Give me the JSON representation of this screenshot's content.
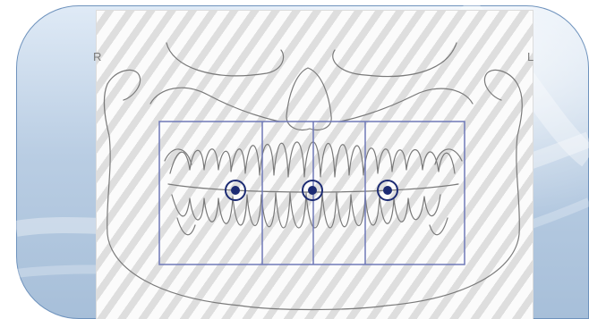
{
  "side_markers": {
    "left": "R",
    "right": "L"
  },
  "guides": {
    "grid_columns": 4,
    "target_markers": [
      "left-molar-target",
      "center-incisor-target",
      "right-molar-target"
    ]
  },
  "colors": {
    "panel_gradient_top": "#dfeaf6",
    "panel_gradient_bottom": "#a7bfd9",
    "panel_border": "#6f93bd",
    "grid_line": "#6f79b8",
    "target_marker": "#1c2b73",
    "outline": "#7a7a7a"
  }
}
